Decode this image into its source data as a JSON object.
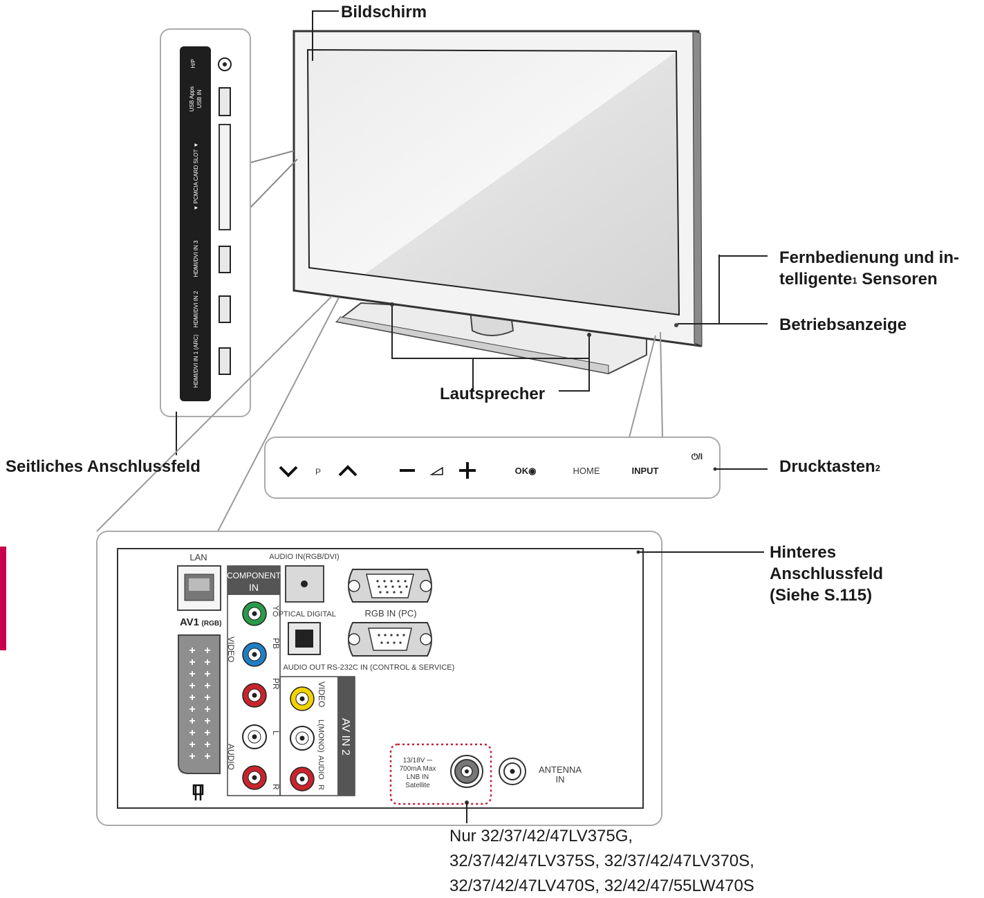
{
  "callouts": {
    "screen": "Bildschirm",
    "remote_sensor_line1": "Fernbedienung und in-",
    "remote_sensor_line2": "telligente",
    "remote_sensor_sup": "1",
    "remote_sensor_line2b": " Sensoren",
    "power_indicator": "Betriebsanzeige",
    "speakers": "Lautsprecher",
    "side_panel": "Seitliches Anschlussfeld",
    "buttons": "Drucktasten",
    "buttons_sup": "2",
    "rear_panel_line1": "Hinteres",
    "rear_panel_line2": "Anschlussfeld",
    "rear_panel_line3": "(Siehe S.115)"
  },
  "note_lines": [
    "Nur 32/37/42/47LV375G,",
    "32/37/42/47LV375S, 32/37/42/47LV370S,",
    "32/37/42/47LV470S, 32/42/47/55LW470S"
  ],
  "side_panel": {
    "hp": "H/P",
    "usb": "USB Apps",
    "usb_sub": "USB IN",
    "pcmcia": "▼ PCMCIA CARD SLOT ▼",
    "hdmi3": "HDMI/DVI IN 3",
    "hdmi2": "HDMI/DVI IN 2",
    "hdmi1": "HDMI/DVI IN 1 (ARC)"
  },
  "keypad": {
    "p": "P",
    "ok": "OK◉",
    "home": "HOME",
    "input": "INPUT",
    "power": "⏻/I"
  },
  "rear_panel": {
    "lan": "LAN",
    "av1": "AV1",
    "av1_sub": "(RGB)",
    "component_line1": "COMPONENT",
    "component_line2": "IN",
    "audio_in_rgb": "AUDIO IN(RGB/DVI)",
    "optical": "OPTICAL DIGITAL",
    "audio_out": "AUDIO OUT",
    "rgb_in": "RGB IN (PC)",
    "rs232": "RS-232C IN (CONTROL & SERVICE)",
    "y": "Y",
    "pb": "PB",
    "pr": "PR",
    "l": "L",
    "r": "R",
    "video_vert": "VIDEO",
    "audio_vert": "AUDIO",
    "video2": "VIDEO",
    "mono": "L(MONO)",
    "audio_r": "AUDIO",
    "r2": "R",
    "av_in_2": "AV IN 2",
    "lnb_line1": "13/18V ⎓",
    "lnb_line2": "700mA Max",
    "lnb_line3": "LNB IN",
    "lnb_line4": "Satellite",
    "antenna_line1": "ANTENNA",
    "antenna_line2": "IN"
  },
  "colors": {
    "accent_bar": "#c8004e",
    "jack_green": "#2a9a4a",
    "jack_blue": "#1f7fc4",
    "jack_red": "#c8242c",
    "jack_yellow": "#f2d200",
    "lnb_dashed": "#c0203a"
  }
}
